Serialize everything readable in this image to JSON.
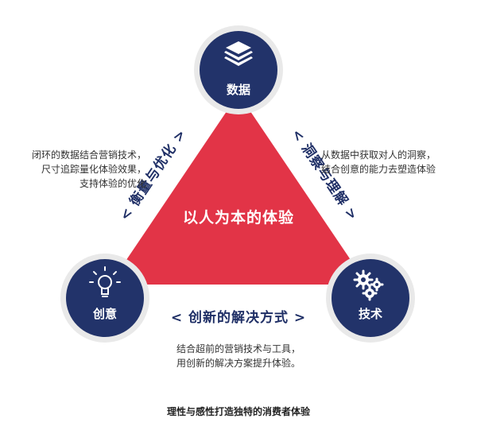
{
  "colors": {
    "triangle": "#e23447",
    "node": "#22336a",
    "accent_text": "#1f2f66",
    "ring": "#e9e9e9"
  },
  "nodes": {
    "top": {
      "label": "数据",
      "icon": "layers-icon"
    },
    "left": {
      "label": "创意",
      "icon": "lightbulb-icon"
    },
    "right": {
      "label": "技术",
      "icon": "gears-icon"
    }
  },
  "center": {
    "text": "以人为本的体验"
  },
  "edges": {
    "left": "< 衡量与优化 >",
    "right": "< 洞察与理解 >",
    "bottom": "< 创新的解决方式 >"
  },
  "descriptions": {
    "left": [
      "闭环的数据结合营销技术，",
      "尺寸追踪量化体验效果，",
      "支持体验的优化"
    ],
    "right": [
      "从数据中获取对人的洞察，",
      "结合创意的能力去塑造体验"
    ],
    "bottom": [
      "结合超前的营销技术与工具，",
      "用创新的解决方案提升体验。"
    ]
  },
  "caption": "理性与感性打造独特的消费者体验"
}
